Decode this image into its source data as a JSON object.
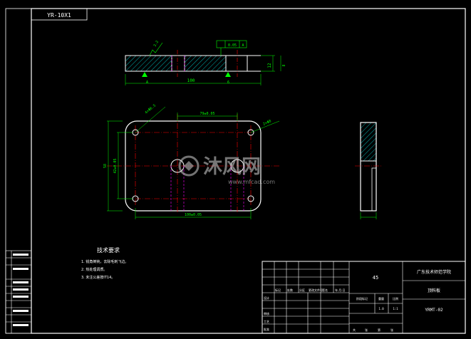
{
  "drawing": {
    "drawing_code": "YR-10X1",
    "technical_requirements": {
      "heading": "技术要求",
      "items": [
        "1. 锐角倒钝，去除毛刺飞边。",
        "2. 热处理调质。",
        "3. 未注公差按IT14。"
      ]
    },
    "watermark": {
      "text": "沐风网",
      "url": "www.mfcad.com"
    }
  },
  "title_block": {
    "material": "45",
    "organization": "广东技术师范学院",
    "part_name": "顶料板",
    "scale_label": "比例",
    "scale_value": "1:1",
    "weight_label": "重量",
    "weight_value": "1.0",
    "drawing_number": "YRMT-02",
    "headers": [
      "标记",
      "处数",
      "分区",
      "更改文件号",
      "签名",
      "年.月.日"
    ],
    "rows": [
      "设计",
      "审核",
      "工艺",
      "批准"
    ],
    "stage_label": "阶段标记",
    "sheet_labels": [
      "共",
      "张",
      "第",
      "张"
    ]
  },
  "dimensions": {
    "overall_length": "100",
    "thickness": "12",
    "hole_spacing_top": "79±0.05",
    "hole_spacing_bottom": "100±0.05",
    "vertical_spacing": "42±0.05",
    "overall_height": "58",
    "hole_dia_small": "4×Φ6.5",
    "hole_dia_large": "2×Φ8",
    "flatness_tol": "0.05",
    "datum": "A",
    "surface_finish": "3.2",
    "section_dim_a": "6",
    "section_dim_b": "8"
  },
  "colors": {
    "background": "#000000",
    "frame": "#ffffff",
    "outline": "#ffffff",
    "centerline": "#ff0000",
    "dimension": "#00ff00",
    "hatch": "#00ffff",
    "hidden": "#ff00ff",
    "cyan": "#00ffff"
  }
}
